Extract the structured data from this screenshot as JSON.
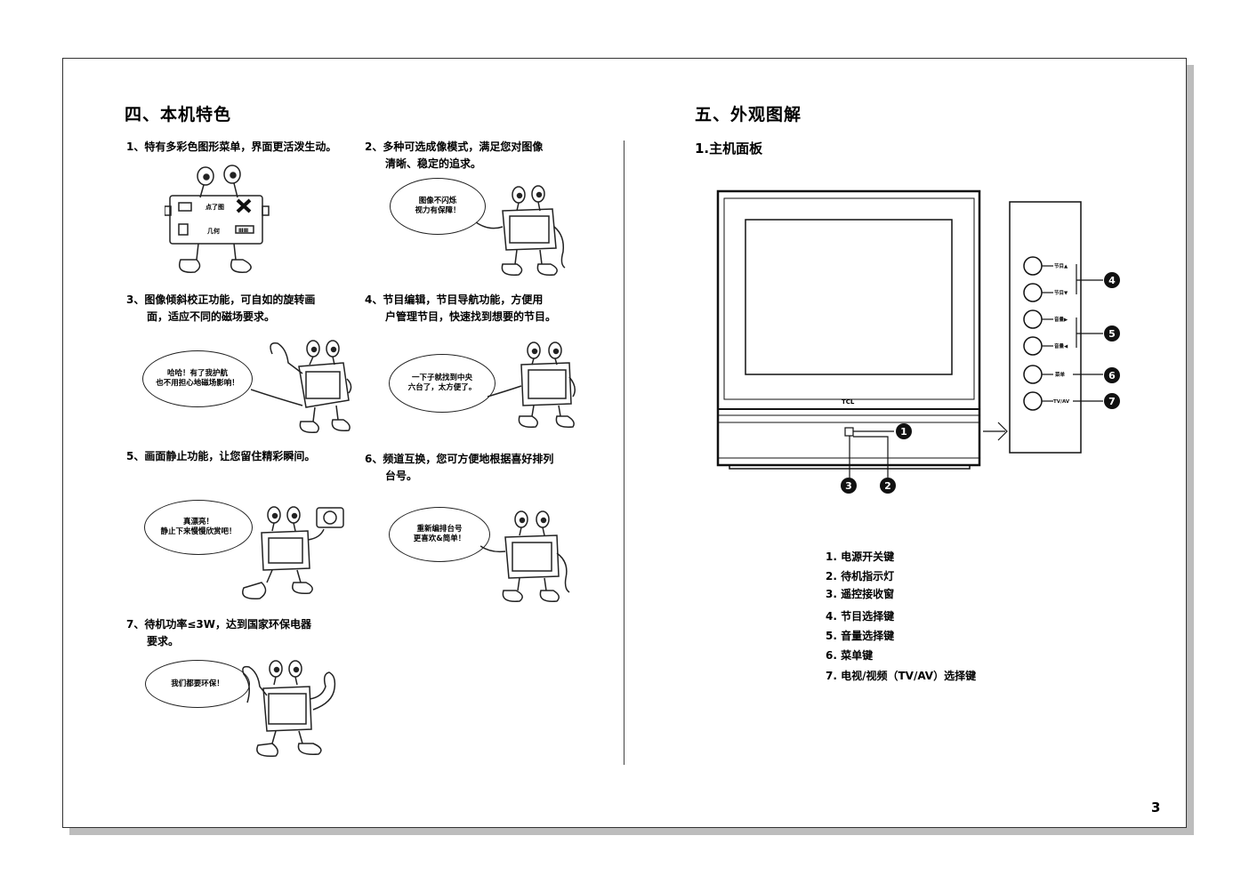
{
  "left": {
    "heading": "四、本机特色",
    "features": [
      {
        "line1": "1、特有多彩色图形菜单，界面更活泼生动。",
        "line2": ""
      },
      {
        "line1": "2、多种可选成像模式，满足您对图像",
        "line2": "清晰、稳定的追求。"
      },
      {
        "line1": "3、图像倾斜校正功能，可自如的旋转画",
        "line2": "面，适应不同的磁场要求。"
      },
      {
        "line1": "4、节目编辑，节目导航功能，方便用",
        "line2": "户管理节目，快速找到想要的节目。"
      },
      {
        "line1": "5、画面静止功能，让您留住精彩瞬间。",
        "line2": ""
      },
      {
        "line1": "6、频道互换，您可方便地根据喜好排列",
        "line2": "台号。"
      },
      {
        "line1": "7、待机功率≤3W，达到国家环保电器",
        "line2": "要求。"
      }
    ],
    "bubbles": {
      "b2": [
        "图像不闪烁",
        "视力有保障！"
      ],
      "b3": [
        "哈哈！有了我护航",
        "也不用担心地磁场影响！"
      ],
      "b4": [
        "一下子就找到中央",
        "六台了，太方便了。"
      ],
      "b5": [
        "真漂亮！",
        "静止下来慢慢欣赏吧！"
      ],
      "b6": [
        "重新编排台号",
        "更喜欢&简单！"
      ],
      "b7": [
        "我们都要环保！"
      ]
    },
    "menu_card": {
      "title": "点了图",
      "label1": "几何",
      "label2": "ⅢⅢ"
    }
  },
  "right": {
    "heading": "五、外观图解",
    "subheading": "1.主机面板",
    "tv_brand": "TCL",
    "panel_buttons": [
      "节目▲",
      "节目▼",
      "音量▶",
      "音量◀",
      "菜单",
      "TV/AV"
    ],
    "callouts": [
      "1",
      "2",
      "3",
      "4",
      "5",
      "6",
      "7"
    ],
    "legend": [
      "1. 电源开关键",
      "2. 待机指示灯",
      "3. 遥控接收窗",
      "4. 节目选择键",
      "5. 音量选择键",
      "6. 菜单键",
      "7. 电视/视频（TV/AV）选择键"
    ]
  },
  "page_number": "3"
}
